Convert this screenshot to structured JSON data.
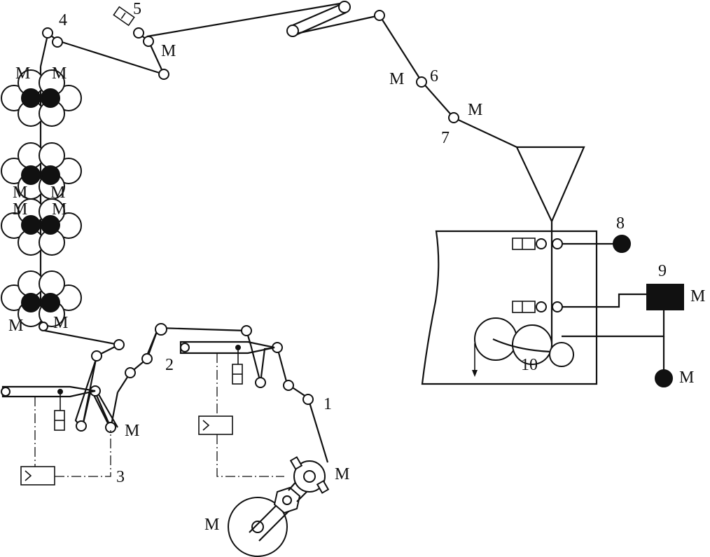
{
  "labels": {
    "n1": "1",
    "n2": "2",
    "n3": "3",
    "n4": "4",
    "n5": "5",
    "n6": "6",
    "n7": "7",
    "n8": "8",
    "n9": "9",
    "n10": "10",
    "motor": "M"
  }
}
